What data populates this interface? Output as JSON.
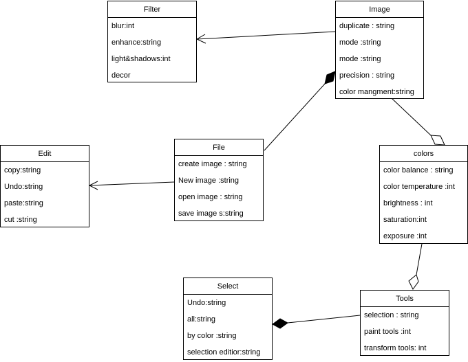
{
  "classes": {
    "filter": {
      "name": "Filter",
      "attrs": [
        "blur:int",
        "enhance:string",
        "light&shadows:int",
        "decor"
      ]
    },
    "image": {
      "name": "Image",
      "attrs": [
        "duplicate : string",
        "mode :string",
        "mode :string",
        "precision : string",
        "color mangment:string"
      ]
    },
    "edit": {
      "name": "Edit",
      "attrs": [
        "copy:string",
        "Undo:string",
        "paste:string",
        "cut :string"
      ]
    },
    "file": {
      "name": "File",
      "attrs": [
        "create image : string",
        "New image :string",
        "open image : string",
        "save image s:string"
      ]
    },
    "colors": {
      "name": "colors",
      "attrs": [
        "color balance : string",
        "color temperature :int",
        "brightness : int",
        "saturation:int",
        "exposure :int"
      ]
    },
    "select": {
      "name": "Select",
      "attrs": [
        "Undo:string",
        "all:string",
        "by color :string",
        "selection editior:string"
      ]
    },
    "tools": {
      "name": "Tools",
      "attrs": [
        "selection : string",
        "paint tools :int",
        "transform tools: int"
      ]
    }
  }
}
